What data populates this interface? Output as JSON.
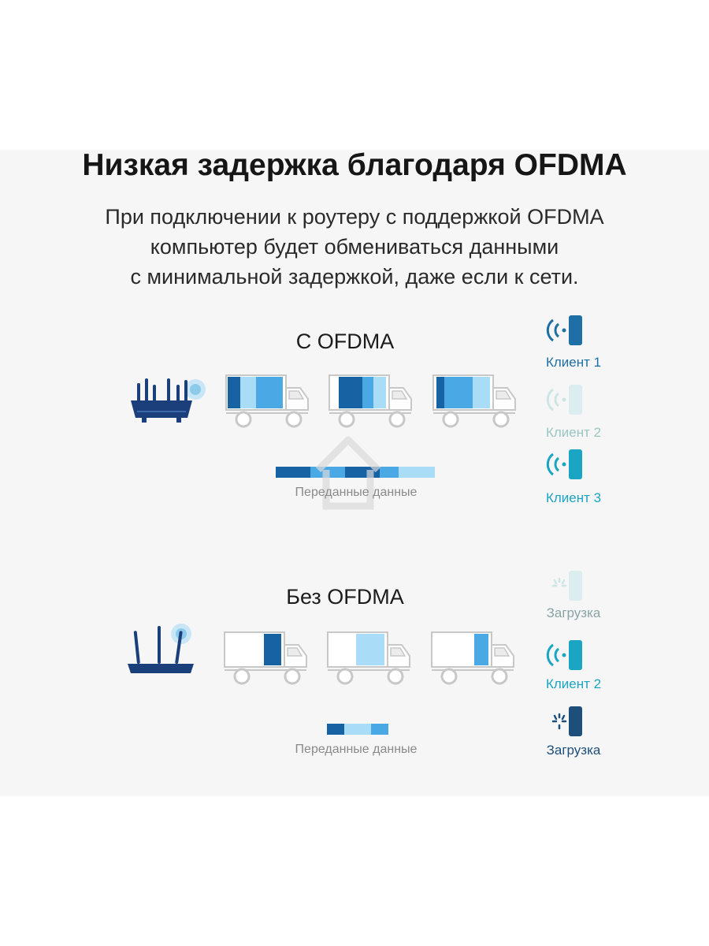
{
  "header": {
    "title": "Низкая задержка благодаря OFDMA",
    "subtitle_lines": [
      "При подключении к роутеру с поддержкой OFDMA",
      "компьютер будет обмениваться данными",
      "с минимальной задержкой, даже если к сети."
    ]
  },
  "with_ofdma": {
    "heading": "С OFDMA",
    "caption": "Переданные данные",
    "clients": [
      {
        "label": "Клиент 1",
        "color": "#1d6fa5"
      },
      {
        "label": "Клиент 2",
        "color": "#9bc6c2"
      },
      {
        "label": "Клиент 3",
        "color": "#1aa5c4"
      }
    ]
  },
  "without_ofdma": {
    "heading": "Без OFDMA",
    "caption": "Переданные данные",
    "clients": [
      {
        "label": "Загрузка",
        "color": "#8aa3a5"
      },
      {
        "label": "Клиент 2",
        "color": "#1aa5c4"
      },
      {
        "label": "Загрузка",
        "color": "#1d4f7a"
      }
    ]
  },
  "colors": {
    "dark_blue": "#1762a3",
    "mid_blue": "#4aa8e4",
    "light_blue": "#a9dcf6",
    "router": "#1b3f7a"
  }
}
